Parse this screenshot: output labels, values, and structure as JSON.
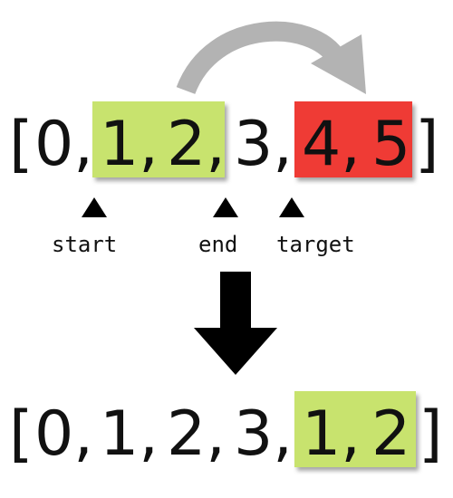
{
  "top_array": {
    "open": "[",
    "t0": "0,",
    "t1": "1,",
    "t2": "2,",
    "t3": "3,",
    "t4": "4,",
    "t5": "5",
    "close": "]"
  },
  "pointers": {
    "start": "start",
    "end": "end",
    "target": "target"
  },
  "bottom_array": {
    "open": "[",
    "t0": "0,",
    "t1": "1,",
    "t2": "2,",
    "t3": "3,",
    "t4": "1,",
    "t5": "2",
    "close": "]"
  },
  "colors": {
    "source_highlight": "#c8e36e",
    "target_highlight": "#ef3a36",
    "curved_arrow": "#b3b3b3",
    "down_arrow": "#000000",
    "text": "#111111"
  }
}
